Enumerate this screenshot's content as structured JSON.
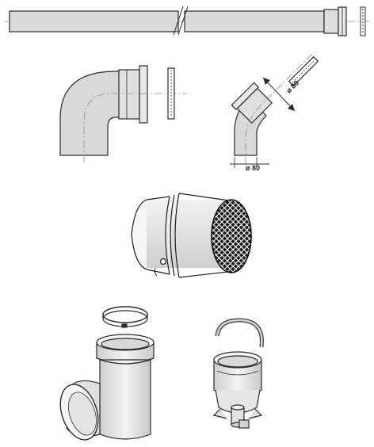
{
  "dimensions": {
    "elbow45_dia": "ø 80",
    "elbow45_bottom": "ø 80"
  },
  "colors": {
    "stroke": "#2b2b2b",
    "fill": "#d9d9d9",
    "axis": "#8a8a8a",
    "mesh": "#111111"
  },
  "parts": [
    "straight-pipe",
    "seal-ring",
    "elbow-87",
    "elbow-45",
    "terminal-grille",
    "tee-fitting",
    "condensate-trap"
  ]
}
